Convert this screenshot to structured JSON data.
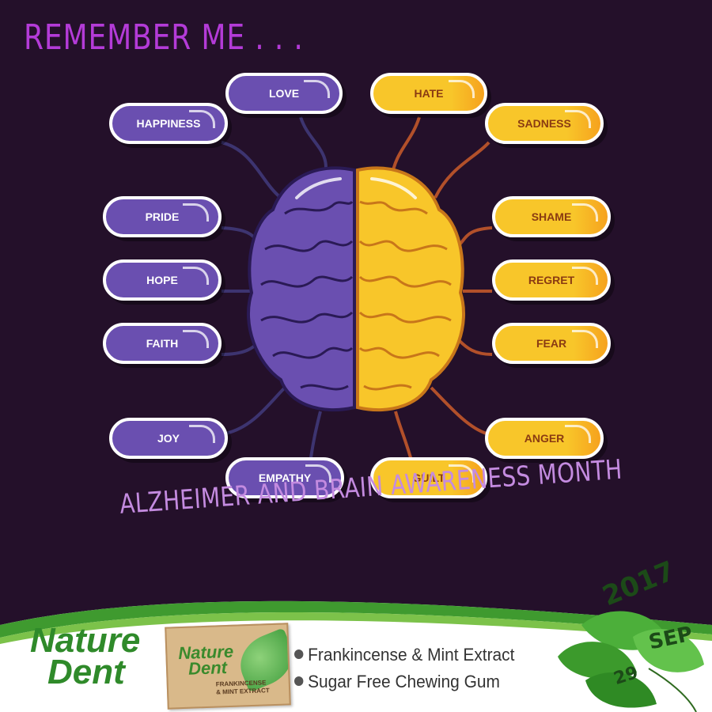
{
  "title": "REMEMBER ME . . .",
  "left_emotions": [
    {
      "label": "LOVE"
    },
    {
      "label": "HAPPINESS"
    },
    {
      "label": "PRIDE"
    },
    {
      "label": "HOPE"
    },
    {
      "label": "FAITH"
    },
    {
      "label": "JOY"
    },
    {
      "label": "EMPATHY"
    }
  ],
  "right_emotions": [
    {
      "label": "HATE"
    },
    {
      "label": "SADNESS"
    },
    {
      "label": "SHAME"
    },
    {
      "label": "REGRET"
    },
    {
      "label": "FEAR"
    },
    {
      "label": "ANGER"
    },
    {
      "label": "GUILT"
    }
  ],
  "awareness_text": "ALZHEIMER AND BRAIN AWARENESS MONTH",
  "brand": {
    "line1": "Nature",
    "line2": "Dent"
  },
  "package": {
    "name_line1": "Nature",
    "name_line2": "Dent",
    "text_line1": "FRANKINCENSE",
    "text_line2": "& MINT EXTRACT"
  },
  "features": [
    "Frankincense & Mint Extract",
    "Sugar Free Chewing Gum"
  ],
  "date": {
    "year": "2017",
    "month": "SEP",
    "day": "29"
  },
  "colors": {
    "background": "#24102a",
    "purple": "#6a4fb0",
    "yellow": "#f8c62a",
    "title": "#b43bd8",
    "green": "#2f8a2a"
  }
}
